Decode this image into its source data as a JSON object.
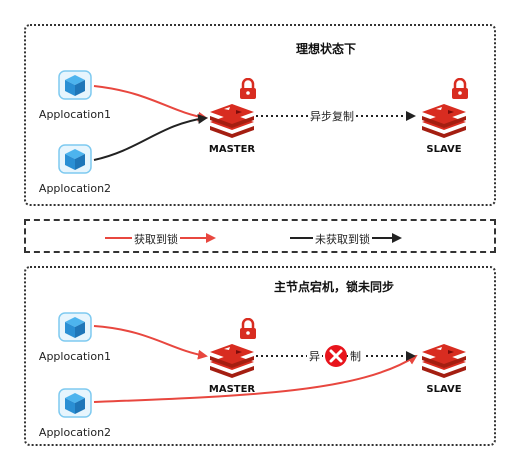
{
  "top": {
    "title": "理想状态下",
    "app1": "Applocation1",
    "app2": "Applocation2",
    "master": "MASTER",
    "slave": "SLAVE",
    "replication": "异步复制"
  },
  "legend": {
    "acquired": "获取到锁",
    "not_acquired": "未获取到锁"
  },
  "bottom": {
    "title": "主节点宕机，锁未同步",
    "app1": "Applocation1",
    "app2": "Applocation2",
    "master": "MASTER",
    "slave": "SLAVE",
    "replication_left": "异",
    "replication_right": "制"
  },
  "colors": {
    "acquired": "#e8473f",
    "not_acquired": "#222222",
    "redis": "#d82c20",
    "app_icon": "#3aa0e6"
  }
}
